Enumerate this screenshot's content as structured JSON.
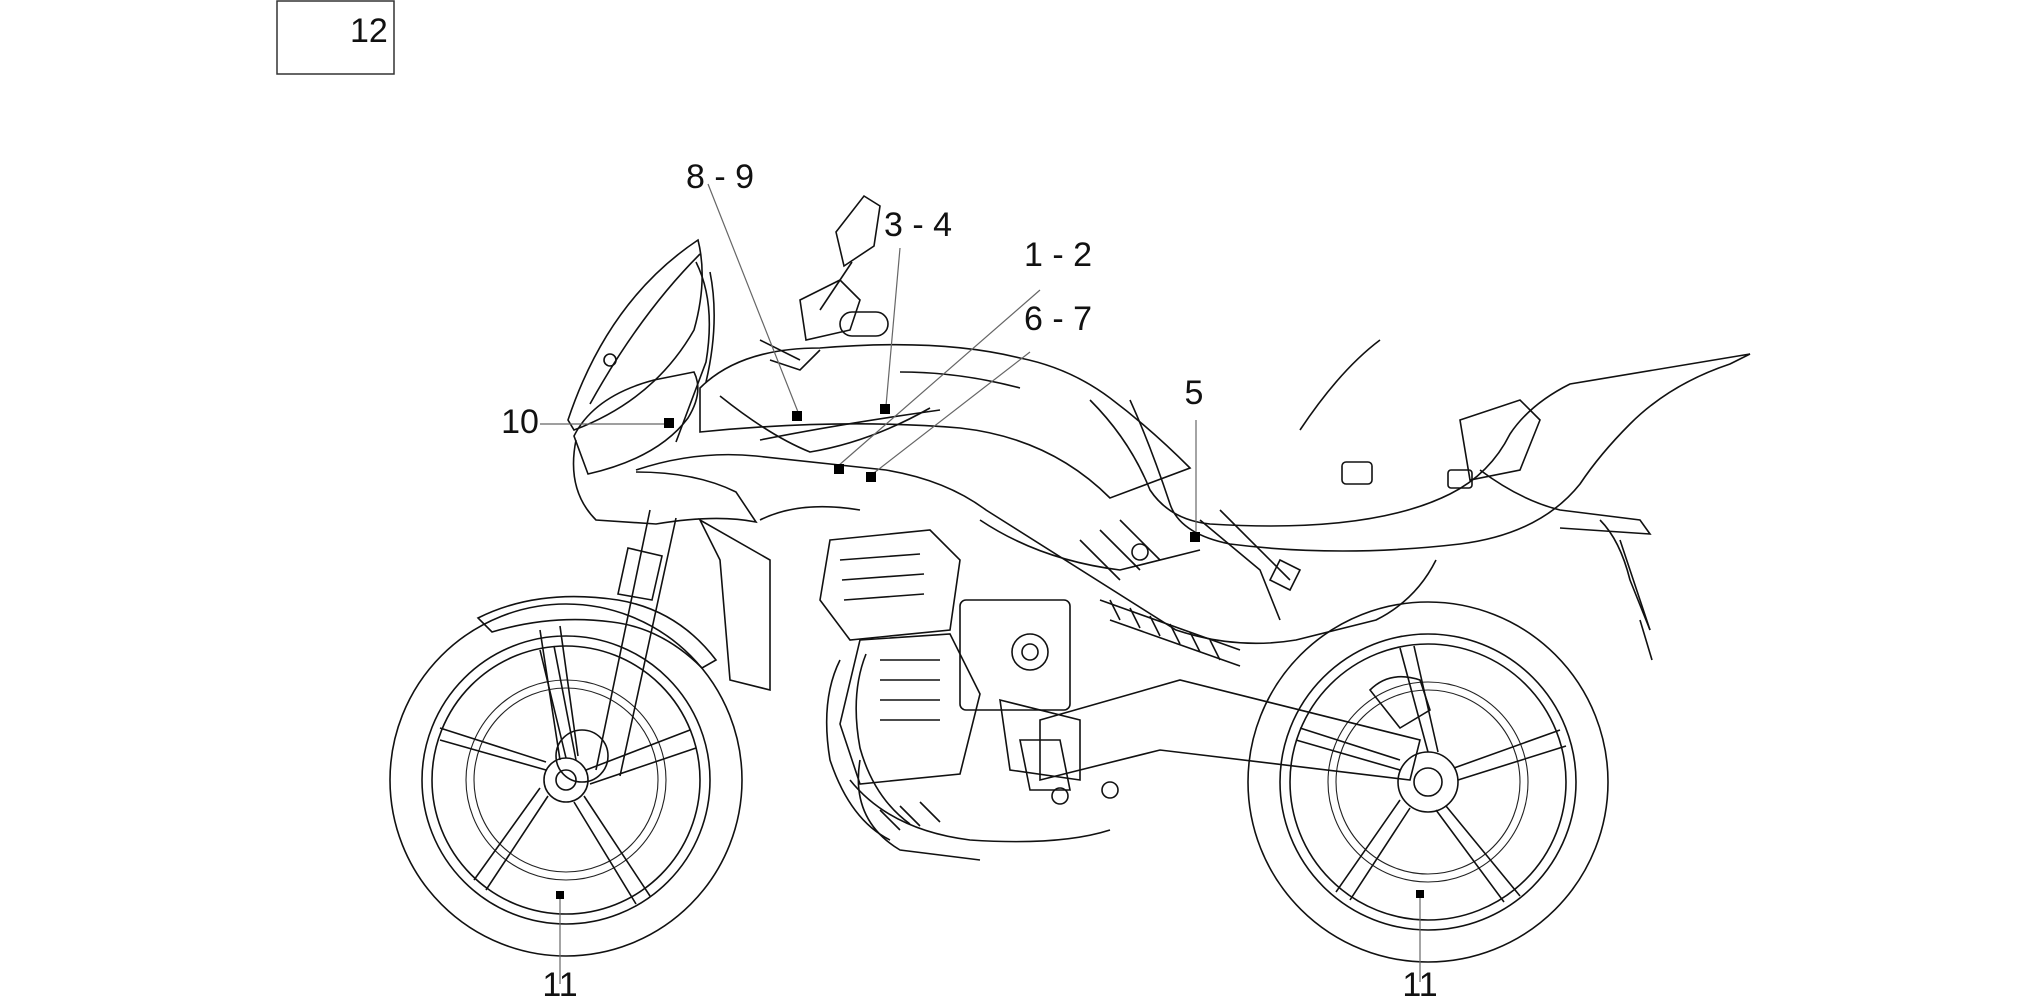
{
  "sheet": {
    "box_label": "12"
  },
  "callouts": [
    {
      "id": "c89",
      "label": "8 - 9"
    },
    {
      "id": "c34",
      "label": "3 - 4"
    },
    {
      "id": "c12",
      "label": "1 - 2"
    },
    {
      "id": "c67",
      "label": "6 - 7"
    },
    {
      "id": "c10",
      "label": "10"
    },
    {
      "id": "c5",
      "label": "5"
    },
    {
      "id": "c11a",
      "label": "11"
    },
    {
      "id": "c11b",
      "label": "11"
    }
  ]
}
